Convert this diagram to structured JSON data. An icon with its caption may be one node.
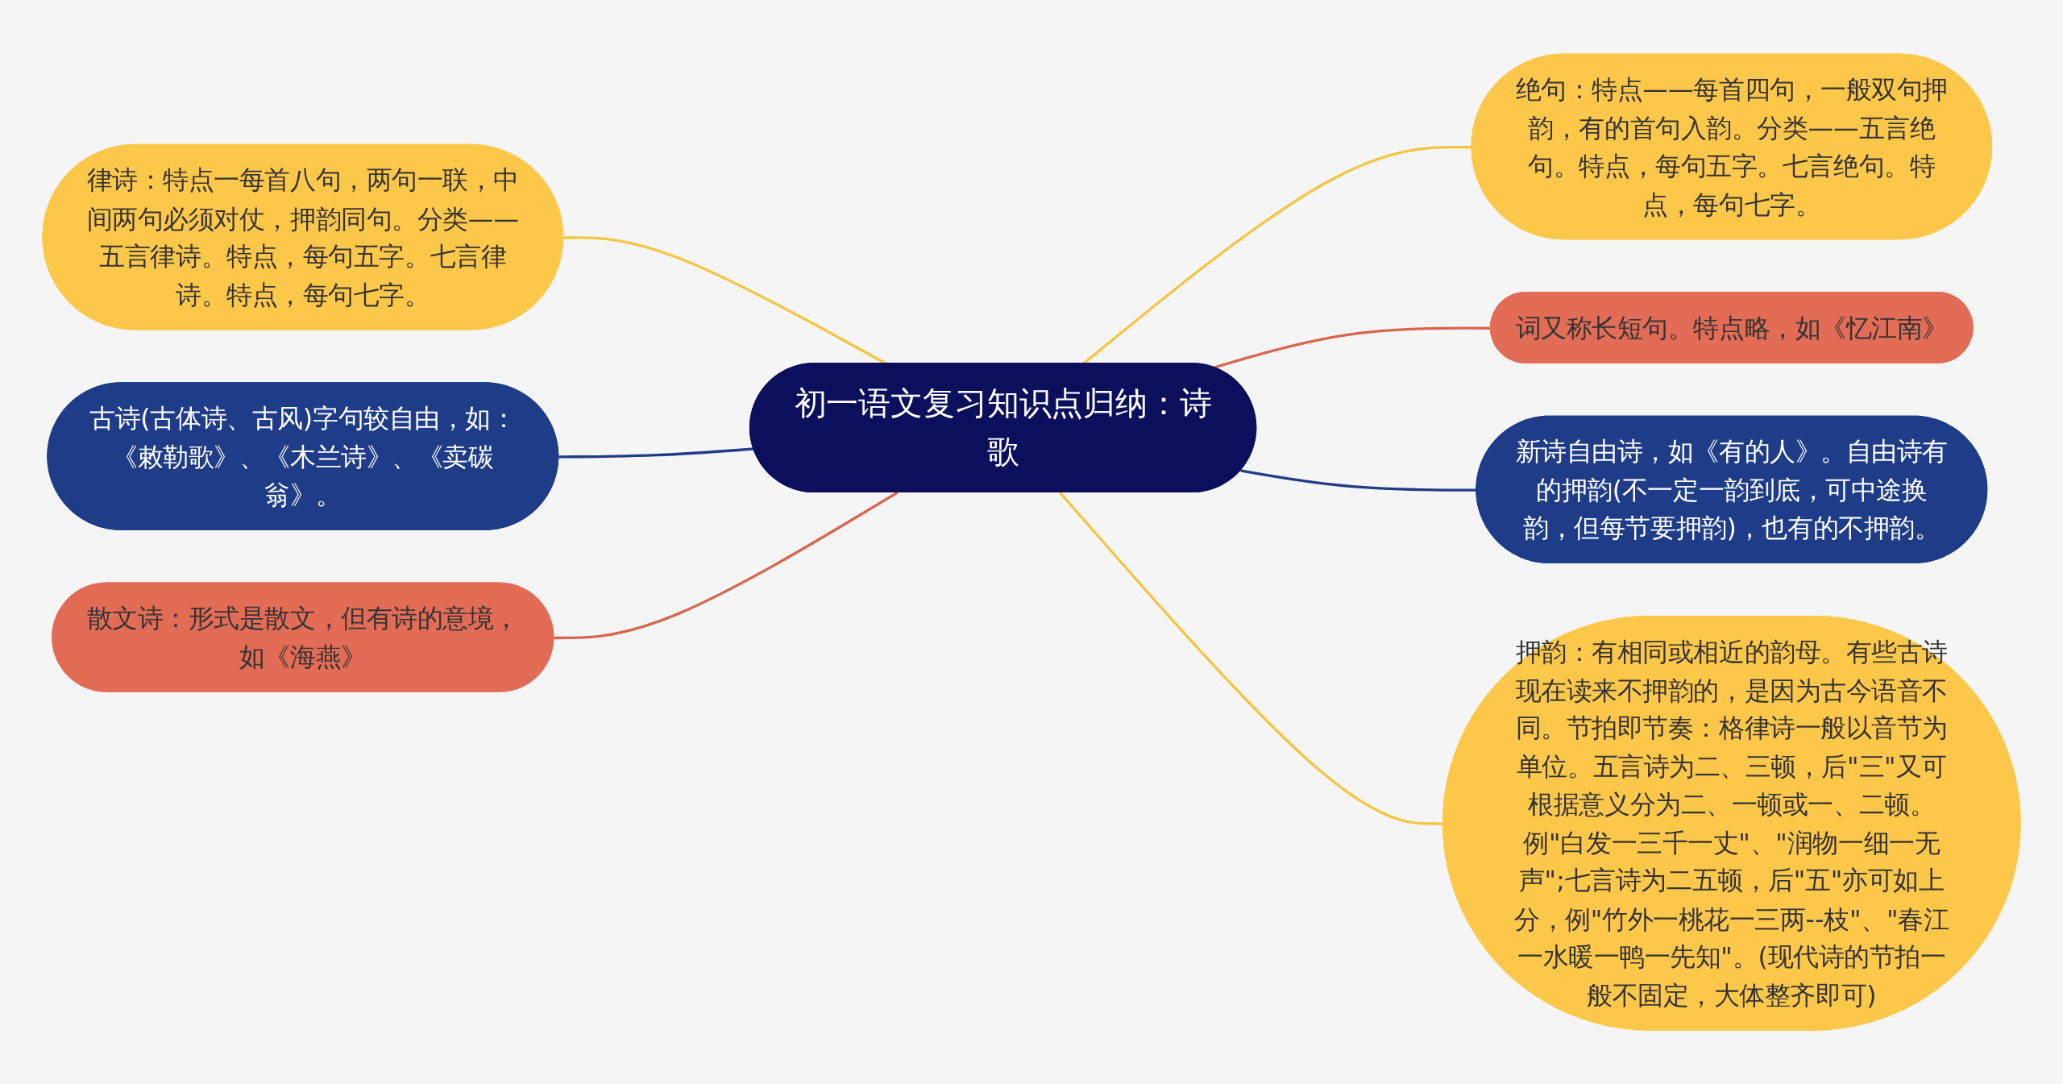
{
  "diagram": {
    "nodes": [
      {
        "text": [
          "初一语文复习知识点归纳：诗歌"
        ]
      },
      {
        "text": [
          "律诗：特点一每首八句，两句一联，中间两句必须对仗，押韵同句。分类——五言律诗。特点，每句五字。七言律诗。特点，每句七字。"
        ]
      },
      {
        "text": [
          "古诗(古体诗、古风)字句较自由，如：《敕勒歌》、《木兰诗》、《卖碳翁》。"
        ]
      },
      {
        "text": [
          "散文诗：形式是散文，但有诗的意境，如《海燕》"
        ]
      },
      {
        "text": [
          "绝句：特点——每首四句，一般双句押韵，有的首句入韵。分类——五言绝句。特点，每句五字。七言绝句。特点，每句七字。"
        ]
      },
      {
        "text": [
          "词又称长短句。特点略，如《忆江南》"
        ]
      },
      {
        "text": [
          "新诗自由诗，如《有的人》。自由诗有的押韵(不一定一韵到底，可中途换韵，但每节要押韵)，也有的不押韵。"
        ]
      },
      {
        "text": [
          "押韵：有相同或相近的韵母。有些古诗现在读来不押韵的，是因为古今语音不同。节拍即节奏：格律诗一般以音节为单位。五言诗为二、三顿，后\"三\"又可根据意义分为二、一顿或一、二顿。例\"白发一三千一丈\"、\"润物一细一无声\";七言诗为二五顿，后\"五\"亦可如上分，例\"竹外一桃花一三两--枝\"、\"春江一水暖一鸭一先知\"。(现代诗的节拍一般不固定，大体整齐即可)"
        ]
      }
    ],
    "edges": [
      {
        "from": 1,
        "to": 0,
        "arrow": "none",
        "color": "#f5c542"
      },
      {
        "from": 2,
        "to": 0,
        "arrow": "none",
        "color": "#1f3c88"
      },
      {
        "from": 3,
        "to": 0,
        "arrow": "none",
        "color": "#d9654f"
      },
      {
        "from": 0,
        "to": 4,
        "arrow": "none",
        "color": "#f5c542"
      },
      {
        "from": 0,
        "to": 5,
        "arrow": "none",
        "color": "#d9654f"
      },
      {
        "from": 0,
        "to": 6,
        "arrow": "none",
        "color": "#1f3c88"
      },
      {
        "from": 0,
        "to": 7,
        "arrow": "none",
        "color": "#f5c542"
      }
    ]
  }
}
